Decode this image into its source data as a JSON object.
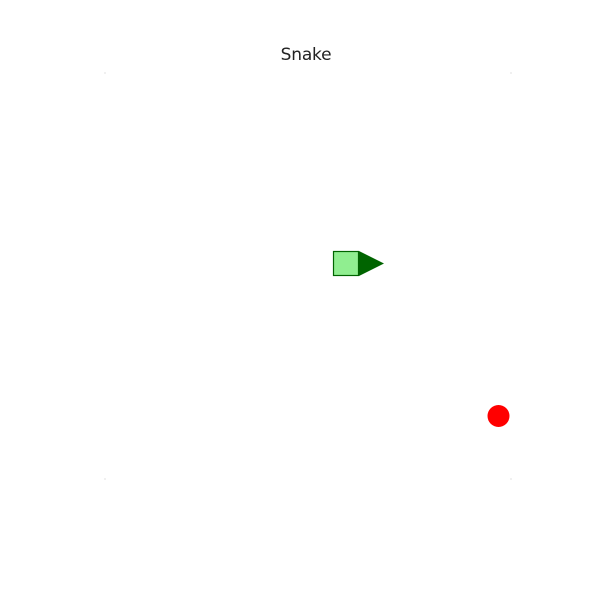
{
  "game": {
    "title": "Snake",
    "direction": "right"
  },
  "colors": {
    "background": "#ffffff",
    "snake_body_fill": "#90ee90",
    "snake_body_stroke": "#006400",
    "snake_head": "#006400",
    "food": "#ff0000",
    "board_corner": "#eeeeee"
  },
  "icons": {
    "snake_body": "square",
    "snake_head": "triangle-right",
    "food": "circle"
  }
}
